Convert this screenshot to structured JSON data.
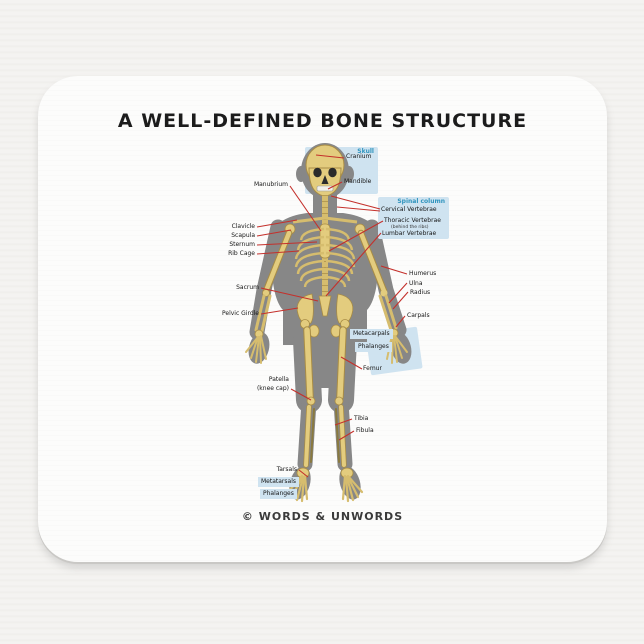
{
  "title": "A WELL-DEFINED BONE STRUCTURE",
  "copyright": "© WORDS & UNWORDS",
  "groups": {
    "skull": "Skull",
    "spinal_column": "Spinal column"
  },
  "labels": {
    "cranium": "Cranium",
    "mandible": "Mandible",
    "manubrium": "Manubrium",
    "cervical": "Cervical Vertebrae",
    "thoracic": "Thoracic Vertebrae",
    "thoracic_note": "(behind the ribs)",
    "lumbar": "Lumbar Vertebrae",
    "clavicle": "Clavicle",
    "scapula": "Scapula",
    "sternum": "Sternum",
    "rib_cage": "Rib Cage",
    "humerus": "Humerus",
    "ulna": "Ulna",
    "radius": "Radius",
    "carpals": "Carpals",
    "metacarpals": "Metacarpals",
    "phalanges_hand": "Phalanges",
    "sacrum": "Sacrum",
    "pelvic_girdle": "Pelvic Girdle",
    "femur": "Femur",
    "patella": "Patella",
    "patella_note": "(knee cap)",
    "tibia": "Tibia",
    "fibula": "Fibula",
    "tarsals": "Tarsals",
    "metatarsals": "Metatarsals",
    "phalanges_foot": "Phalanges"
  },
  "colors": {
    "bone": "#e3cc7e",
    "bone_outline": "#a88c45",
    "body_silhouette": "#878787",
    "leader_line": "#c4302b",
    "highlight_box": "#cfe3f0",
    "group_header_text": "#2e93bd",
    "pad_surface": "#fcfcfb",
    "background": "#f2f1ee"
  }
}
